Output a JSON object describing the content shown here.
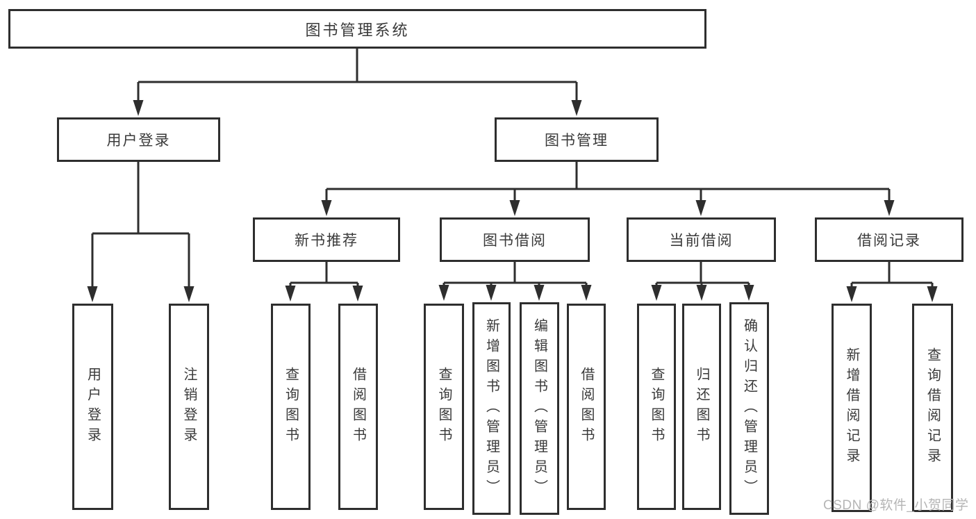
{
  "colors": {
    "line": "#2e2e2e",
    "box_border": "#2e2e2e",
    "text": "#3a3a3a",
    "watermark": "#b5b5b5",
    "background": "#ffffff"
  },
  "watermark": "CSDN @软件_小贺同学",
  "tree": {
    "label": "图书管理系统",
    "children": [
      {
        "label": "用户登录",
        "children": [
          {
            "label": "用户登录"
          },
          {
            "label": "注销登录"
          }
        ]
      },
      {
        "label": "图书管理",
        "children": [
          {
            "label": "新书推荐",
            "children": [
              {
                "label": "查询图书"
              },
              {
                "label": "借阅图书"
              }
            ]
          },
          {
            "label": "图书借阅",
            "children": [
              {
                "label": "查询图书"
              },
              {
                "label": "新增图书（管理员）"
              },
              {
                "label": "编辑图书（管理员）"
              },
              {
                "label": "借阅图书"
              }
            ]
          },
          {
            "label": "当前借阅",
            "children": [
              {
                "label": "查询图书"
              },
              {
                "label": "归还图书"
              },
              {
                "label": "确认归还（管理员）"
              }
            ]
          },
          {
            "label": "借阅记录",
            "children": [
              {
                "label": "新增借阅记录"
              },
              {
                "label": "查询借阅记录"
              }
            ]
          }
        ]
      }
    ]
  }
}
